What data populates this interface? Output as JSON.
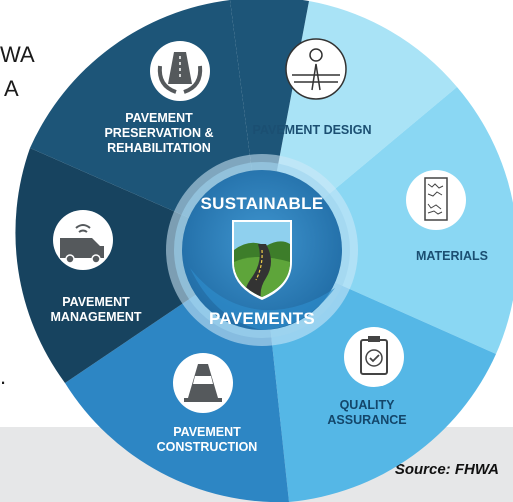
{
  "hub": {
    "title_top": "SUSTAINABLE",
    "title_bottom": "PAVEMENTS"
  },
  "segments": [
    {
      "lines": [
        "PAVEMENT DESIGN"
      ],
      "icon": "road-crossing-icon"
    },
    {
      "lines": [
        "MATERIALS"
      ],
      "icon": "aggregate-sample-icon"
    },
    {
      "lines": [
        "QUALITY",
        "ASSURANCE"
      ],
      "icon": "clipboard-check-icon"
    },
    {
      "lines": [
        "PAVEMENT",
        "CONSTRUCTION"
      ],
      "icon": "traffic-cone-icon"
    },
    {
      "lines": [
        "PAVEMENT",
        "MANAGEMENT"
      ],
      "icon": "connected-van-icon"
    },
    {
      "lines": [
        "PAVEMENT",
        "PRESERVATION &",
        "REHABILITATION"
      ],
      "icon": "hands-road-icon"
    }
  ],
  "side_text": {
    "line1_fragment": "WA",
    "line2_fragment": "A",
    "line3_fragment": "."
  },
  "caption": "Source: FHWA",
  "colors": {
    "dark_navy": "#17435f",
    "navy": "#1d5578",
    "mid_blue": "#2d86c4",
    "light_blue": "#5fc0ea",
    "pale_cyan": "#a9e3f6",
    "hub_blue": "#2a7cb8",
    "grass": "#4f8f2e"
  }
}
